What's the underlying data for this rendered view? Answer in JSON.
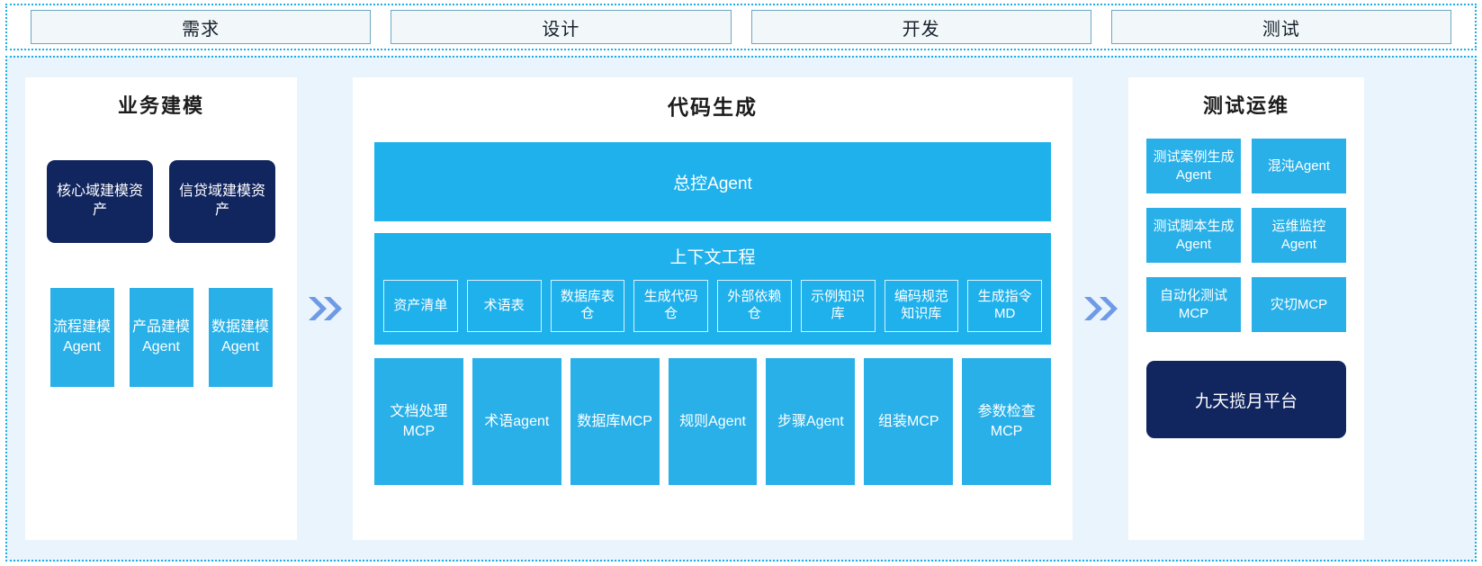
{
  "phases": [
    {
      "label": "需求"
    },
    {
      "label": "设计"
    },
    {
      "label": "开发"
    },
    {
      "label": "测试"
    }
  ],
  "colors": {
    "accent_blue": "#29b0e8",
    "header_blue": "#1fb1ec",
    "navy": "#11255e",
    "frame_dotted": "#1eaee6",
    "panel_bg": "#eaf4fc",
    "chevron": "#6f9ae6",
    "phase_box_bg": "#f2f7fa",
    "phase_box_border": "#6fa8c4"
  },
  "left_panel": {
    "title": "业务建模",
    "assets": [
      {
        "label": "核心域建模资产"
      },
      {
        "label": "信贷域建模资产"
      }
    ],
    "agents": [
      {
        "label": "流程建模Agent"
      },
      {
        "label": "产品建模Agent"
      },
      {
        "label": "数据建模Agent"
      }
    ]
  },
  "arrow_1": {
    "icon": "double-chevron-right-icon"
  },
  "center_panel": {
    "title": "代码生成",
    "master_agent": "总控Agent",
    "context": {
      "title": "上下文工程",
      "items": [
        {
          "label": "资产清单"
        },
        {
          "label": "术语表"
        },
        {
          "label": "数据库表仓"
        },
        {
          "label": "生成代码仓"
        },
        {
          "label": "外部依赖仓"
        },
        {
          "label": "示例知识库"
        },
        {
          "label": "编码规范知识库"
        },
        {
          "label": "生成指令MD"
        }
      ]
    },
    "tools": [
      {
        "label": "文档处理MCP"
      },
      {
        "label": "术语agent"
      },
      {
        "label": "数据库MCP"
      },
      {
        "label": "规则Agent"
      },
      {
        "label": "步骤Agent"
      },
      {
        "label": "组装MCP"
      },
      {
        "label": "参数检查MCP"
      }
    ]
  },
  "arrow_2": {
    "icon": "double-chevron-right-icon"
  },
  "right_panel": {
    "title": "测试运维",
    "items": [
      {
        "label": "测试案例生成Agent"
      },
      {
        "label": "混沌Agent"
      },
      {
        "label": "测试脚本生成Agent"
      },
      {
        "label": "运维监控Agent"
      },
      {
        "label": "自动化测试MCP"
      },
      {
        "label": "灾切MCP"
      }
    ],
    "platform": "九天揽月平台"
  }
}
